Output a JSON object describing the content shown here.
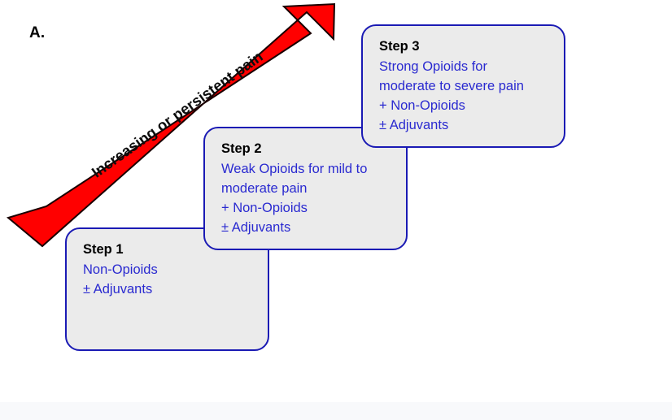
{
  "figure": {
    "panel_letter": "A.",
    "arrow_label": "Increasing or persistent pain",
    "colors": {
      "arrow_fill": "#FF0000",
      "arrow_outline": "#1a0000",
      "box_border": "#1a1ab4",
      "box_fill": "#ebebeb",
      "body_text": "#2a2ad0",
      "title_text": "#000000",
      "background": "#ffffff",
      "page_band": "#f8f9fb"
    }
  },
  "steps": [
    {
      "title": "Step 1",
      "lines": [
        "Non-Opioids",
        "± Adjuvants"
      ]
    },
    {
      "title": "Step 2",
      "lines": [
        "Weak Opioids for mild to",
        "moderate pain",
        "+ Non-Opioids",
        "± Adjuvants"
      ]
    },
    {
      "title": "Step 3",
      "lines": [
        "Strong Opioids for",
        "moderate to severe pain",
        "+ Non-Opioids",
        "± Adjuvants"
      ]
    }
  ]
}
